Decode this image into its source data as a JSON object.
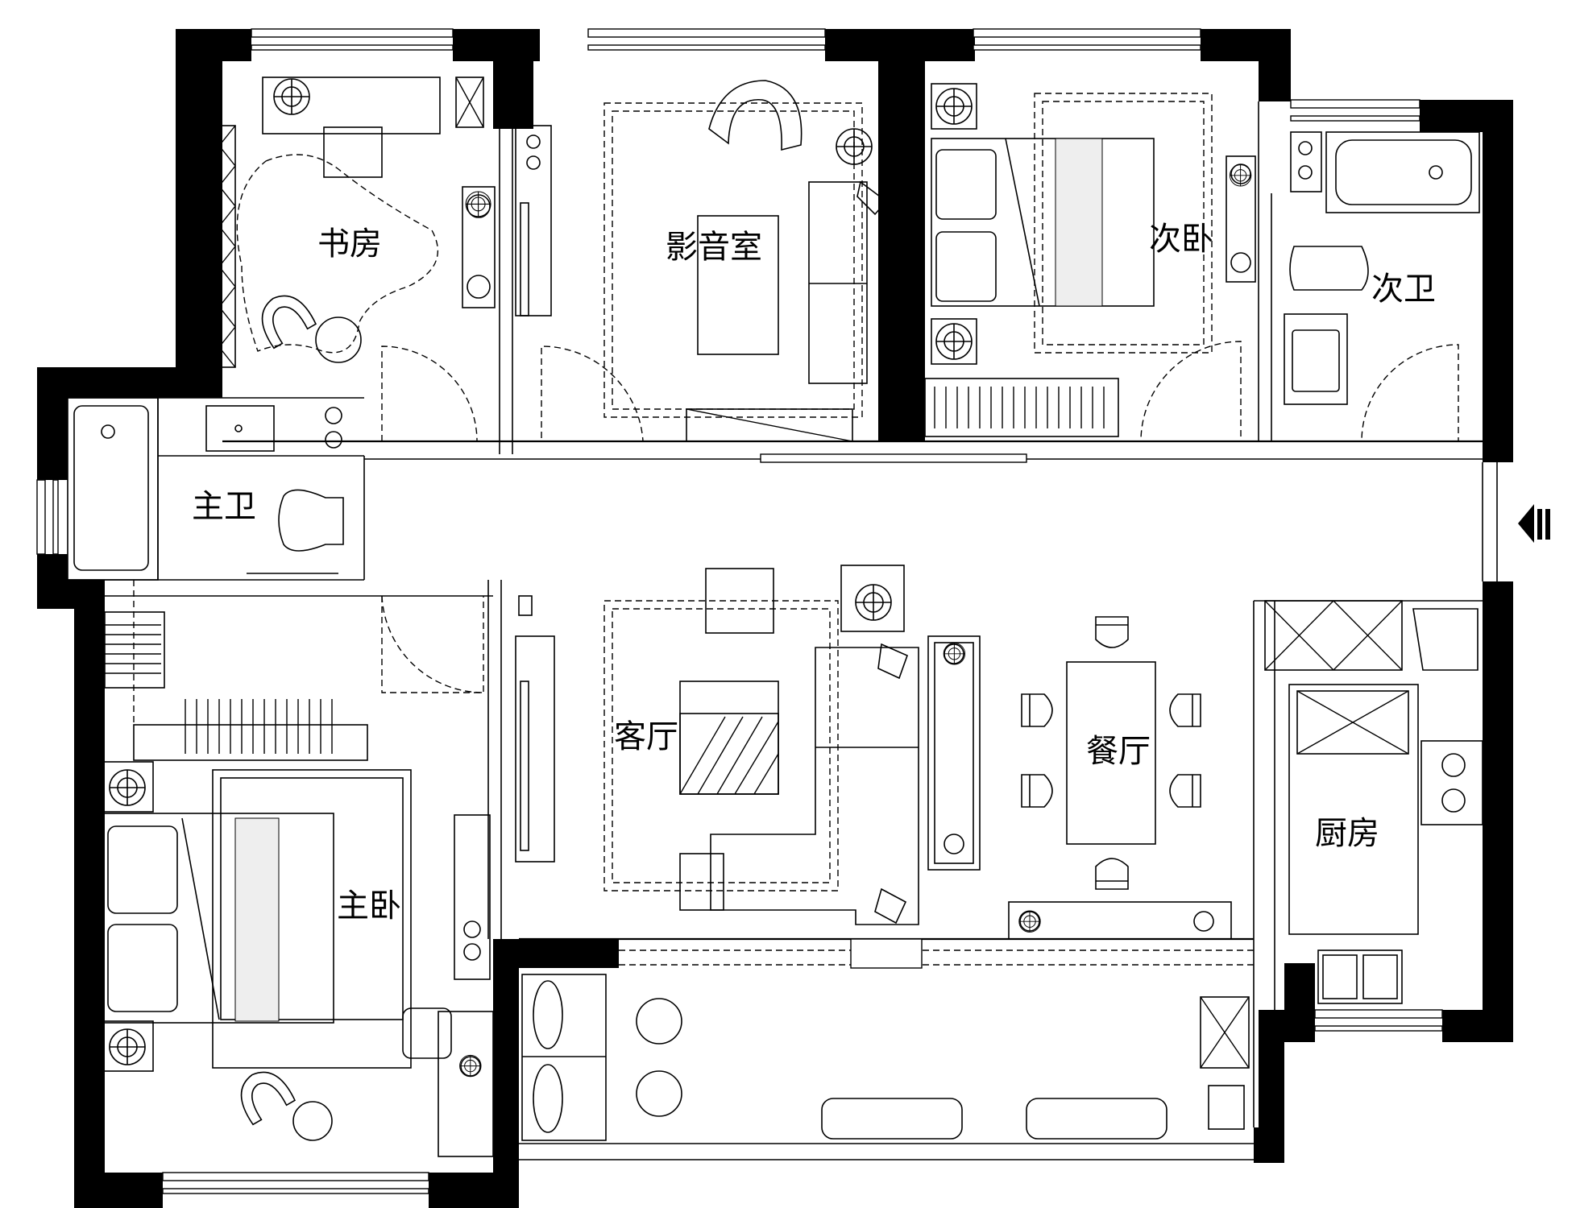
{
  "rooms": {
    "study": "书房",
    "theater": "影音室",
    "second_bedroom": "次卧",
    "second_bath": "次卫",
    "master_bath": "主卫",
    "living": "客厅",
    "dining": "餐厅",
    "kitchen": "厨房",
    "master_bedroom": "主卧"
  },
  "colors": {
    "wall": "#000000",
    "background": "#ffffff",
    "line": "#000000"
  },
  "icons": {
    "entrance": "entrance-arrow-icon"
  }
}
